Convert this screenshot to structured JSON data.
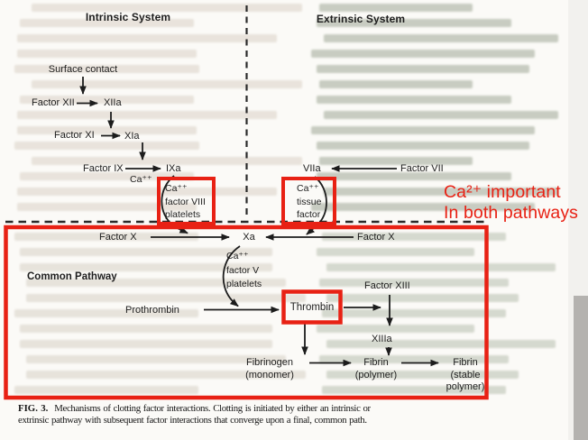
{
  "colors": {
    "annotation_red": "#e82114",
    "ink": "#1d1d1d"
  },
  "headers": {
    "intrinsic": "Intrinsic System",
    "extrinsic": "Extrinsic System"
  },
  "intrinsic": {
    "surface_contact": "Surface contact",
    "factor_xii": "Factor XII",
    "xiia": "XIIa",
    "factor_xi": "Factor XI",
    "xia": "XIa",
    "factor_ix": "Factor IX",
    "ixa": "IXa",
    "ca": "Ca⁺⁺"
  },
  "extrinsic": {
    "viia": "VIIa",
    "factor_vii": "Factor VII"
  },
  "cofactors": {
    "viii": [
      "Ca⁺⁺",
      "factor VIII",
      "platelets"
    ],
    "tissue": [
      "Ca⁺⁺",
      "tissue",
      "factor"
    ]
  },
  "common": {
    "label": "Common Pathway",
    "factor_x_left": "Factor X",
    "xa": "Xa",
    "factor_x_right": "Factor X",
    "ca_v": [
      "Ca⁺⁺",
      "factor V",
      "platelets"
    ],
    "prothrombin": "Prothrombin",
    "thrombin": "Thrombin",
    "factor_xiii": "Factor XIII",
    "xiiia": "XIIIa",
    "fibrinogen": [
      "Fibrinogen",
      "(monomer)"
    ],
    "fibrin_polymer": [
      "Fibrin",
      "(polymer)"
    ],
    "fibrin_stable": [
      "Fibrin",
      "(stable",
      "polymer)"
    ]
  },
  "annotation": {
    "line1": "Ca²⁺ important",
    "line2": "In both pathways"
  },
  "caption": {
    "fig": "FIG. 3.",
    "line1": "Mechanisms of clotting factor interactions. Clotting is initiated by either an intrinsic or",
    "line2": "extrinsic pathway with subsequent factor interactions that converge upon a final, common path."
  }
}
